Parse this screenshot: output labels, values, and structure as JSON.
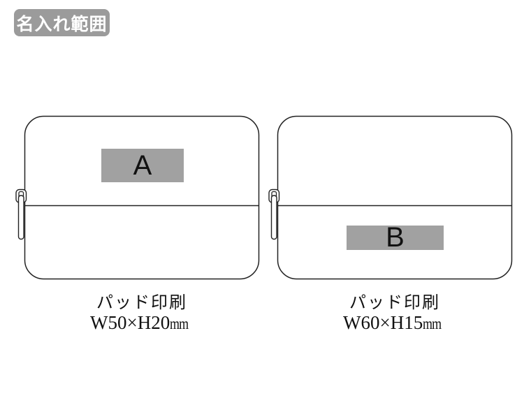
{
  "badge": {
    "label": "名入れ範囲",
    "background": "#9b9b9b",
    "text_color": "#ffffff"
  },
  "colors": {
    "outline": "#222222",
    "print_area_fill": "#a1a1a1",
    "print_area_label": "#111111"
  },
  "pouches": [
    {
      "side": "left",
      "area_label": "A",
      "print_method": "パッド印刷",
      "dimensions": "W50×H20",
      "unit": "mm"
    },
    {
      "side": "right",
      "area_label": "B",
      "print_method": "パッド印刷",
      "dimensions": "W60×H15",
      "unit": "mm"
    }
  ]
}
